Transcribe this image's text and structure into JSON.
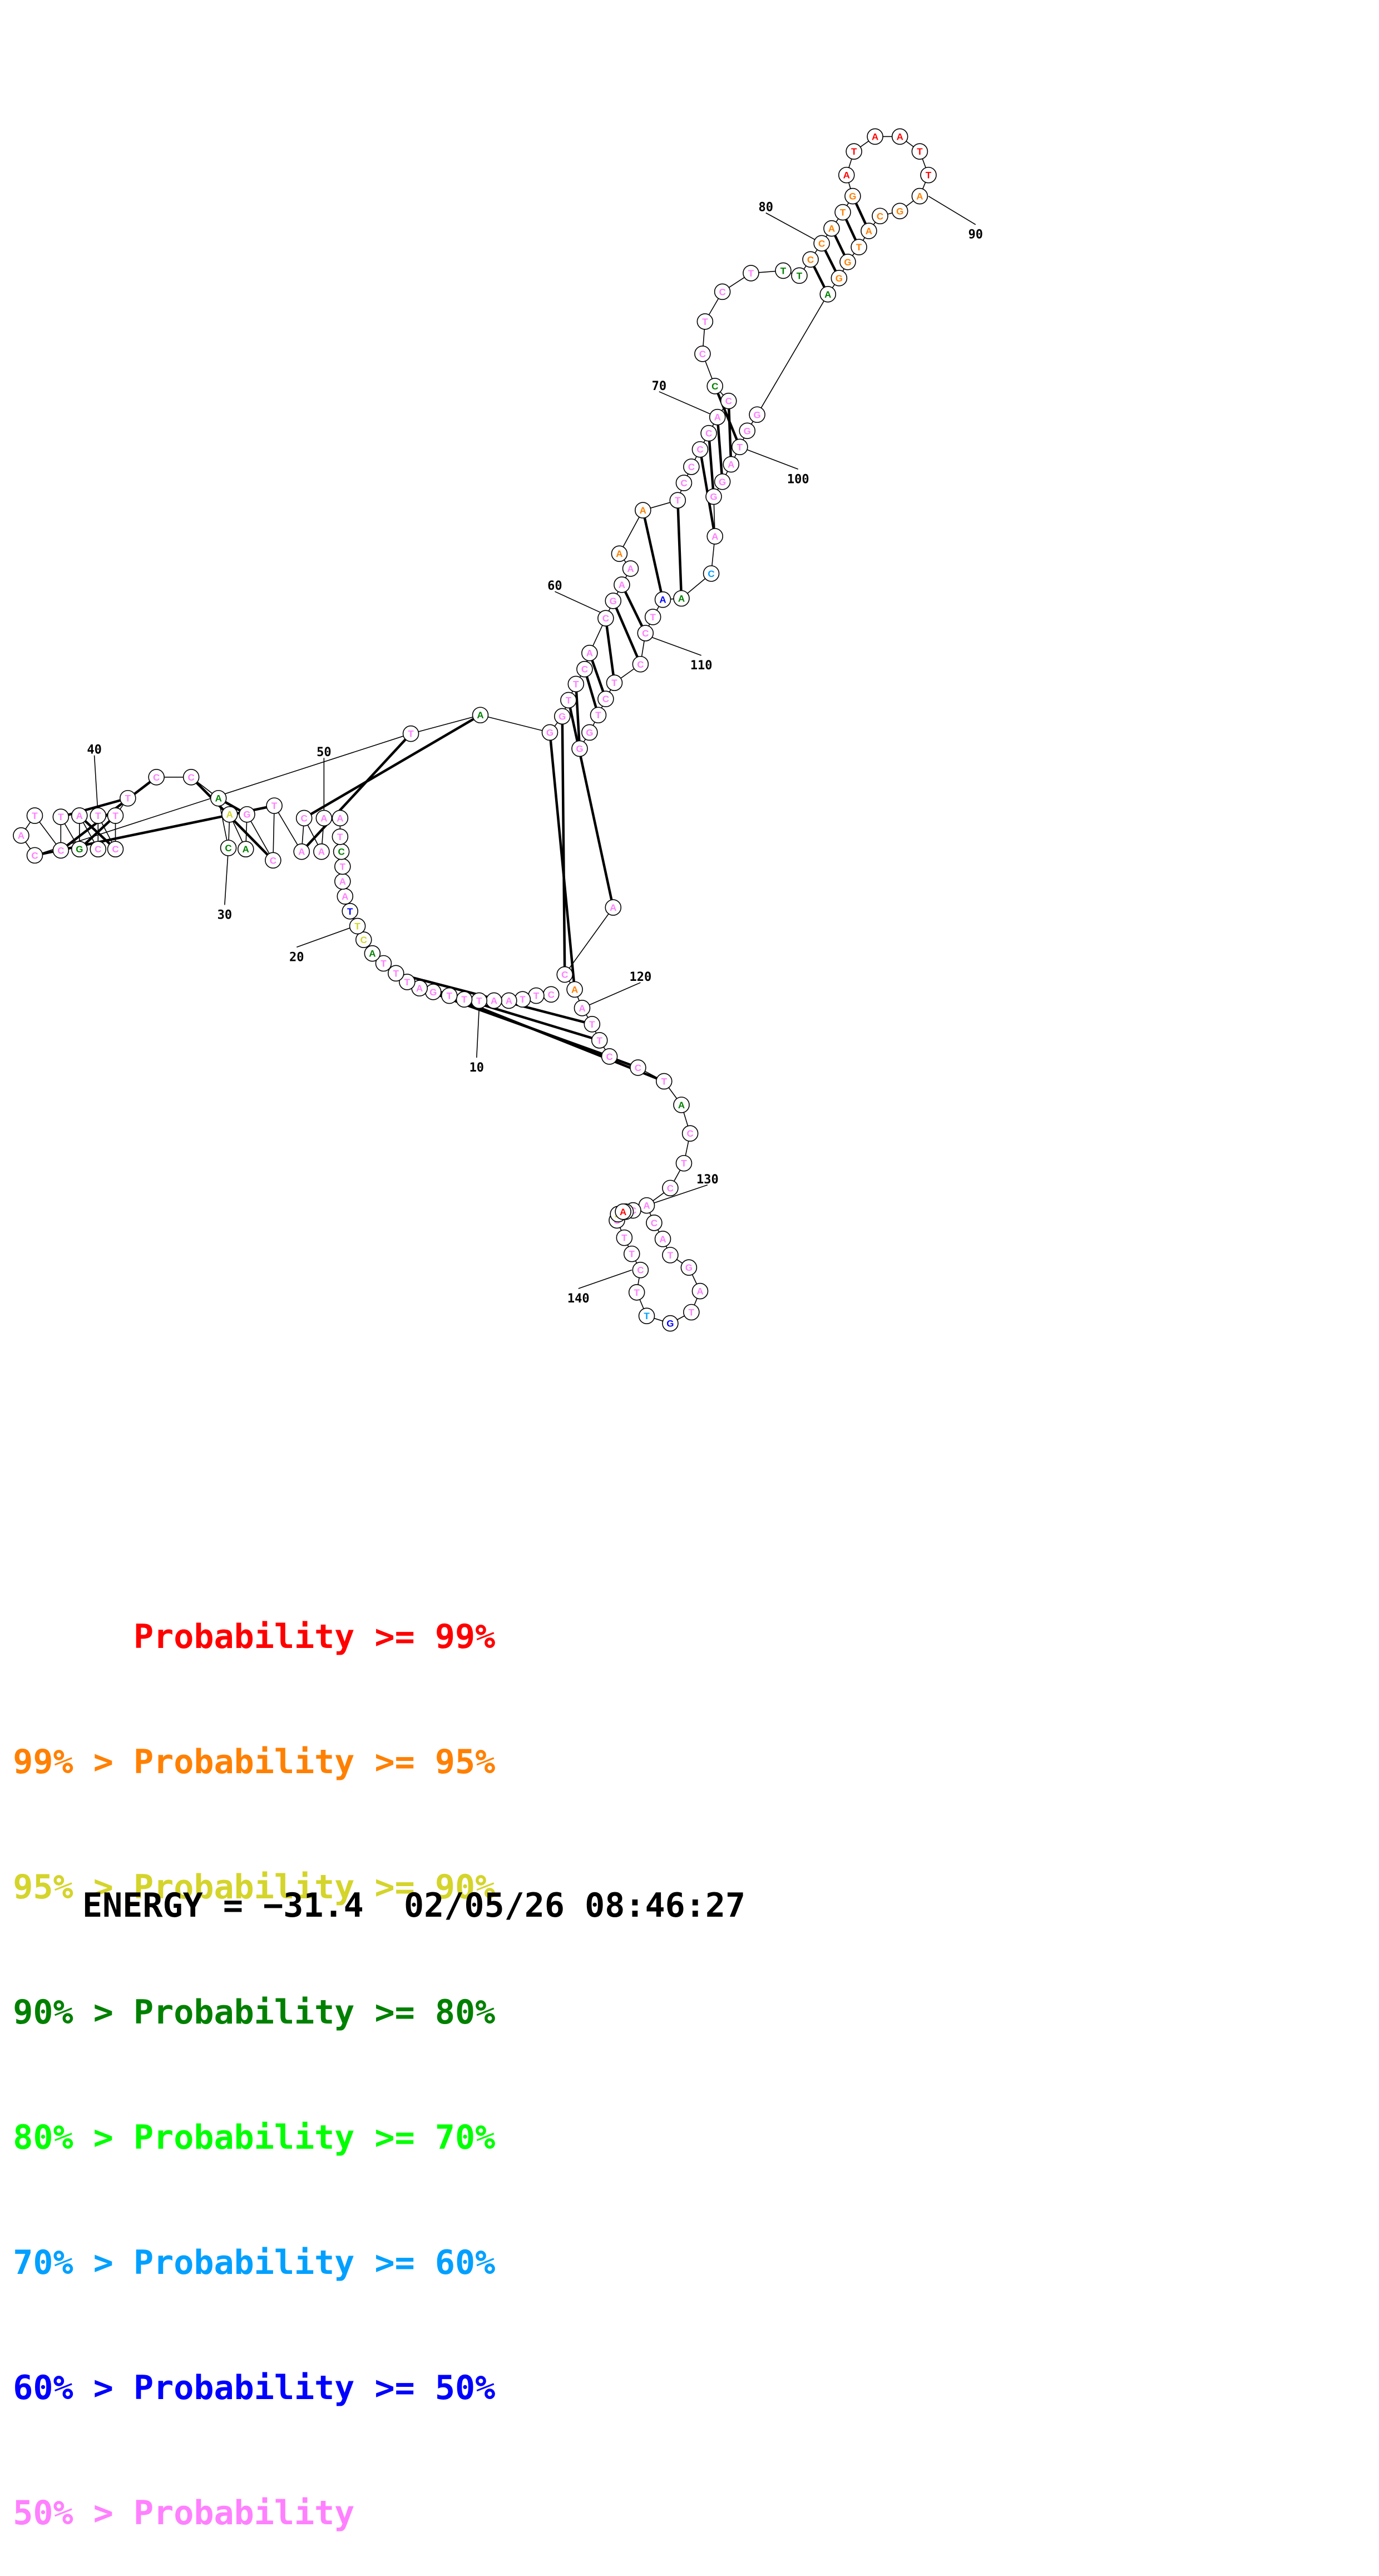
{
  "structure": {
    "nucleotides": [
      {
        "n": 1,
        "b": "C",
        "c": "#ff80ff"
      },
      {
        "n": 2,
        "b": "T",
        "c": "#ff80ff"
      },
      {
        "n": 3,
        "b": "T",
        "c": "#ff80ff"
      },
      {
        "n": 4,
        "b": "A",
        "c": "#ff80ff"
      },
      {
        "n": 5,
        "b": "A",
        "c": "#ff80ff"
      },
      {
        "n": 6,
        "b": "T",
        "c": "#ff80ff"
      },
      {
        "n": 7,
        "b": "T",
        "c": "#ff80ff"
      },
      {
        "n": 8,
        "b": "T",
        "c": "#ff80ff"
      },
      {
        "n": 9,
        "b": "G",
        "c": "#ff80ff"
      },
      {
        "n": 10,
        "b": "A",
        "c": "#ff80ff"
      },
      {
        "n": 11,
        "b": "T",
        "c": "#ff80ff"
      },
      {
        "n": 12,
        "b": "T",
        "c": "#ff80ff"
      },
      {
        "n": 13,
        "b": "T",
        "c": "#ff80ff"
      },
      {
        "n": 14,
        "b": "A",
        "c": "#008000"
      },
      {
        "n": 15,
        "b": "C",
        "c": "#d4d42b"
      },
      {
        "n": 16,
        "b": "T",
        "c": "#d4d42b"
      },
      {
        "n": 17,
        "b": "T",
        "c": "#0000ff"
      },
      {
        "n": 18,
        "b": "A",
        "c": "#ff80ff"
      },
      {
        "n": 19,
        "b": "A",
        "c": "#ff80ff"
      },
      {
        "n": 20,
        "b": "T",
        "c": "#ff80ff"
      },
      {
        "n": 21,
        "b": "C",
        "c": "#008000"
      },
      {
        "n": 22,
        "b": "T",
        "c": "#ff80ff"
      },
      {
        "n": 23,
        "b": "A",
        "c": "#ff80ff"
      },
      {
        "n": 24,
        "b": "A",
        "c": "#ff80ff"
      },
      {
        "n": 25,
        "b": "A",
        "c": "#ff80ff"
      },
      {
        "n": 26,
        "b": "C",
        "c": "#ff80ff"
      },
      {
        "n": 27,
        "b": "A",
        "c": "#ff80ff"
      },
      {
        "n": 28,
        "b": "T",
        "c": "#ff80ff"
      },
      {
        "n": 29,
        "b": "C",
        "c": "#ff80ff"
      },
      {
        "n": 30,
        "b": "G",
        "c": "#ff80ff"
      },
      {
        "n": 31,
        "b": "A",
        "c": "#008000"
      },
      {
        "n": 32,
        "b": "A",
        "c": "#d4d42b"
      },
      {
        "n": 33,
        "b": "C",
        "c": "#008000"
      },
      {
        "n": 34,
        "b": "A",
        "c": "#008000"
      },
      {
        "n": 35,
        "b": "C",
        "c": "#ff80ff"
      },
      {
        "n": 36,
        "b": "C",
        "c": "#ff80ff"
      },
      {
        "n": 37,
        "b": "T",
        "c": "#ff80ff"
      },
      {
        "n": 38,
        "b": "T",
        "c": "#ff80ff"
      },
      {
        "n": 39,
        "b": "C",
        "c": "#ff80ff"
      },
      {
        "n": 40,
        "b": "T",
        "c": "#ff80ff"
      },
      {
        "n": 41,
        "b": "C",
        "c": "#ff80ff"
      },
      {
        "n": 42,
        "b": "A",
        "c": "#ff80ff"
      },
      {
        "n": 43,
        "b": "G",
        "c": "#008000"
      },
      {
        "n": 44,
        "b": "T",
        "c": "#ff80ff"
      },
      {
        "n": 45,
        "b": "C",
        "c": "#ff80ff"
      },
      {
        "n": 46,
        "b": "T",
        "c": "#ff80ff"
      },
      {
        "n": 47,
        "b": "A",
        "c": "#ff80ff"
      },
      {
        "n": 48,
        "b": "C",
        "c": "#ff80ff"
      },
      {
        "n": 49,
        "b": "T",
        "c": "#ff80ff"
      },
      {
        "n": 50,
        "b": "A",
        "c": "#008000"
      },
      {
        "n": 51,
        "b": "G",
        "c": "#ff80ff"
      },
      {
        "n": 52,
        "b": "G",
        "c": "#ff80ff"
      },
      {
        "n": 53,
        "b": "T",
        "c": "#ff80ff"
      },
      {
        "n": 54,
        "b": "T",
        "c": "#ff80ff"
      },
      {
        "n": 55,
        "b": "C",
        "c": "#ff80ff"
      },
      {
        "n": 56,
        "b": "A",
        "c": "#ff80ff"
      },
      {
        "n": 57,
        "b": "C",
        "c": "#ff80ff"
      },
      {
        "n": 58,
        "b": "G",
        "c": "#ff80ff"
      },
      {
        "n": 59,
        "b": "A",
        "c": "#ff80ff"
      },
      {
        "n": 60,
        "b": "A",
        "c": "#ff80ff"
      },
      {
        "n": 61,
        "b": "A",
        "c": "#ff8000"
      },
      {
        "n": 62,
        "b": "A",
        "c": "#ff8000"
      },
      {
        "n": 63,
        "b": "T",
        "c": "#ff80ff"
      },
      {
        "n": 64,
        "b": "C",
        "c": "#ff80ff"
      },
      {
        "n": 65,
        "b": "C",
        "c": "#ff80ff"
      },
      {
        "n": 66,
        "b": "C",
        "c": "#ff80ff"
      },
      {
        "n": 67,
        "b": "C",
        "c": "#ff80ff"
      },
      {
        "n": 68,
        "b": "A",
        "c": "#ff80ff"
      },
      {
        "n": 69,
        "b": "C",
        "c": "#ff80ff"
      },
      {
        "n": 70,
        "b": "C",
        "c": "#008000"
      },
      {
        "n": 71,
        "b": "C",
        "c": "#ff80ff"
      },
      {
        "n": 72,
        "b": "T",
        "c": "#ff80ff"
      },
      {
        "n": 73,
        "b": "C",
        "c": "#ff80ff"
      },
      {
        "n": 74,
        "b": "T",
        "c": "#ff80ff"
      },
      {
        "n": 75,
        "b": "T",
        "c": "#008000"
      },
      {
        "n": 76,
        "b": "T",
        "c": "#008000"
      },
      {
        "n": 77,
        "b": "C",
        "c": "#ff8000"
      },
      {
        "n": 78,
        "b": "C",
        "c": "#ff8000"
      },
      {
        "n": 79,
        "b": "A",
        "c": "#ff8000"
      },
      {
        "n": 80,
        "b": "T",
        "c": "#ff8000"
      },
      {
        "n": 81,
        "b": "G",
        "c": "#ff8000"
      },
      {
        "n": 82,
        "b": "A",
        "c": "#ff0000"
      },
      {
        "n": 83,
        "b": "T",
        "c": "#ff0000"
      },
      {
        "n": 84,
        "b": "A",
        "c": "#ff0000"
      },
      {
        "n": 85,
        "b": "A",
        "c": "#ff0000"
      },
      {
        "n": 86,
        "b": "T",
        "c": "#ff0000"
      },
      {
        "n": 87,
        "b": "T",
        "c": "#ff0000"
      },
      {
        "n": 88,
        "b": "A",
        "c": "#ff8000"
      },
      {
        "n": 89,
        "b": "G",
        "c": "#ff8000"
      },
      {
        "n": 90,
        "b": "C",
        "c": "#ff8000"
      },
      {
        "n": 91,
        "b": "A",
        "c": "#ff8000"
      },
      {
        "n": 92,
        "b": "T",
        "c": "#ff8000"
      },
      {
        "n": 93,
        "b": "G",
        "c": "#ff8000"
      },
      {
        "n": 94,
        "b": "G",
        "c": "#ff8000"
      },
      {
        "n": 95,
        "b": "A",
        "c": "#008000"
      },
      {
        "n": 96,
        "b": "G",
        "c": "#ff80ff"
      },
      {
        "n": 97,
        "b": "G",
        "c": "#ff80ff"
      },
      {
        "n": 98,
        "b": "T",
        "c": "#ff80ff"
      },
      {
        "n": 99,
        "b": "A",
        "c": "#ff80ff"
      },
      {
        "n": 100,
        "b": "G",
        "c": "#ff80ff"
      },
      {
        "n": 101,
        "b": "G",
        "c": "#ff80ff"
      },
      {
        "n": 102,
        "b": "A",
        "c": "#ff80ff"
      },
      {
        "n": 103,
        "b": "C",
        "c": "#00a0ff"
      },
      {
        "n": 104,
        "b": "A",
        "c": "#008000"
      },
      {
        "n": 105,
        "b": "A",
        "c": "#0000ff"
      },
      {
        "n": 106,
        "b": "T",
        "c": "#ff80ff"
      },
      {
        "n": 107,
        "b": "C",
        "c": "#ff80ff"
      },
      {
        "n": 108,
        "b": "C",
        "c": "#ff80ff"
      },
      {
        "n": 109,
        "b": "T",
        "c": "#ff80ff"
      },
      {
        "n": 110,
        "b": "C",
        "c": "#ff80ff"
      },
      {
        "n": 111,
        "b": "T",
        "c": "#ff80ff"
      },
      {
        "n": 112,
        "b": "G",
        "c": "#ff80ff"
      },
      {
        "n": 113,
        "b": "G",
        "c": "#ff80ff"
      },
      {
        "n": 114,
        "b": "A",
        "c": "#ff80ff"
      },
      {
        "n": 115,
        "b": "C",
        "c": "#ff80ff"
      },
      {
        "n": 116,
        "b": "A",
        "c": "#ff8000"
      },
      {
        "n": 117,
        "b": "A",
        "c": "#ff80ff"
      },
      {
        "n": 118,
        "b": "T",
        "c": "#ff80ff"
      },
      {
        "n": 119,
        "b": "T",
        "c": "#ff80ff"
      },
      {
        "n": 120,
        "b": "C",
        "c": "#ff80ff"
      },
      {
        "n": 121,
        "b": "C",
        "c": "#ff80ff"
      },
      {
        "n": 122,
        "b": "T",
        "c": "#ff80ff"
      },
      {
        "n": 123,
        "b": "A",
        "c": "#008000"
      },
      {
        "n": 124,
        "b": "C",
        "c": "#ff80ff"
      },
      {
        "n": 125,
        "b": "T",
        "c": "#ff80ff"
      },
      {
        "n": 126,
        "b": "C",
        "c": "#ff80ff"
      },
      {
        "n": 127,
        "b": "A",
        "c": "#ff80ff"
      },
      {
        "n": 128,
        "b": "C",
        "c": "#ff80ff"
      },
      {
        "n": 129,
        "b": "A",
        "c": "#ff80ff"
      },
      {
        "n": 130,
        "b": "T",
        "c": "#ff80ff"
      },
      {
        "n": 131,
        "b": "G",
        "c": "#ff80ff"
      },
      {
        "n": 132,
        "b": "A",
        "c": "#ff80ff"
      },
      {
        "n": 133,
        "b": "T",
        "c": "#ff80ff"
      },
      {
        "n": 134,
        "b": "G",
        "c": "#0000ff"
      },
      {
        "n": 135,
        "b": "T",
        "c": "#00a0ff"
      },
      {
        "n": 136,
        "b": "T",
        "c": "#ff80ff"
      },
      {
        "n": 137,
        "b": "C",
        "c": "#ff80ff"
      },
      {
        "n": 138,
        "b": "T",
        "c": "#ff80ff"
      },
      {
        "n": 139,
        "b": "T",
        "c": "#ff80ff"
      },
      {
        "n": 140,
        "b": "C",
        "c": "#ff80ff"
      },
      {
        "n": 141,
        "b": "C",
        "c": "#ff80ff"
      },
      {
        "n": 142,
        "b": "A",
        "c": "#ff80ff"
      },
      {
        "n": 143,
        "b": "A",
        "c": "#d4d42b"
      },
      {
        "n": 144,
        "b": "A",
        "c": "#ff0000"
      }
    ],
    "pairs": [
      [
        8,
        122
      ],
      [
        9,
        121
      ],
      [
        10,
        120
      ],
      [
        11,
        119
      ],
      [
        12,
        118
      ],
      [
        26,
        50
      ],
      [
        27,
        49
      ],
      [
        28,
        48
      ],
      [
        29,
        35
      ],
      [
        30,
        34
      ],
      [
        36,
        45
      ],
      [
        37,
        44
      ],
      [
        38,
        43
      ],
      [
        39,
        42
      ],
      [
        51,
        116
      ],
      [
        52,
        115
      ],
      [
        53,
        114
      ],
      [
        54,
        113
      ],
      [
        55,
        111
      ],
      [
        56,
        110
      ],
      [
        57,
        109
      ],
      [
        58,
        108
      ],
      [
        59,
        107
      ],
      [
        62,
        105
      ],
      [
        63,
        104
      ],
      [
        66,
        102
      ],
      [
        67,
        101
      ],
      [
        68,
        100
      ],
      [
        69,
        99
      ],
      [
        70,
        98
      ],
      [
        77,
        95
      ],
      [
        78,
        94
      ],
      [
        79,
        93
      ],
      [
        80,
        92
      ],
      [
        81,
        91
      ]
    ],
    "position_labels": [
      "10",
      "20",
      "30",
      "40",
      "50",
      "60",
      "70",
      "80",
      "90",
      "100",
      "110",
      "120",
      "130",
      "140"
    ]
  },
  "legend": [
    {
      "prefix": "",
      "text": "Probability >= 99%",
      "color": "#ff0000"
    },
    {
      "prefix": "99% > ",
      "text": "Probability >= 95%",
      "color": "#ff8000"
    },
    {
      "prefix": "95% > ",
      "text": "Probability >= 90%",
      "color": "#d4d42b"
    },
    {
      "prefix": "90% > ",
      "text": "Probability >= 80%",
      "color": "#008000"
    },
    {
      "prefix": "80% > ",
      "text": "Probability >= 70%",
      "color": "#00ff00"
    },
    {
      "prefix": "70% > ",
      "text": "Probability >= 60%",
      "color": "#00a0ff"
    },
    {
      "prefix": "60% > ",
      "text": "Probability >= 50%",
      "color": "#0000ff"
    },
    {
      "prefix": "50% > ",
      "text": "Probability",
      "color": "#ff80ff"
    }
  ],
  "energy_label": "ENERGY = −31.4",
  "timestamp": "02/05/26 08:46:27"
}
